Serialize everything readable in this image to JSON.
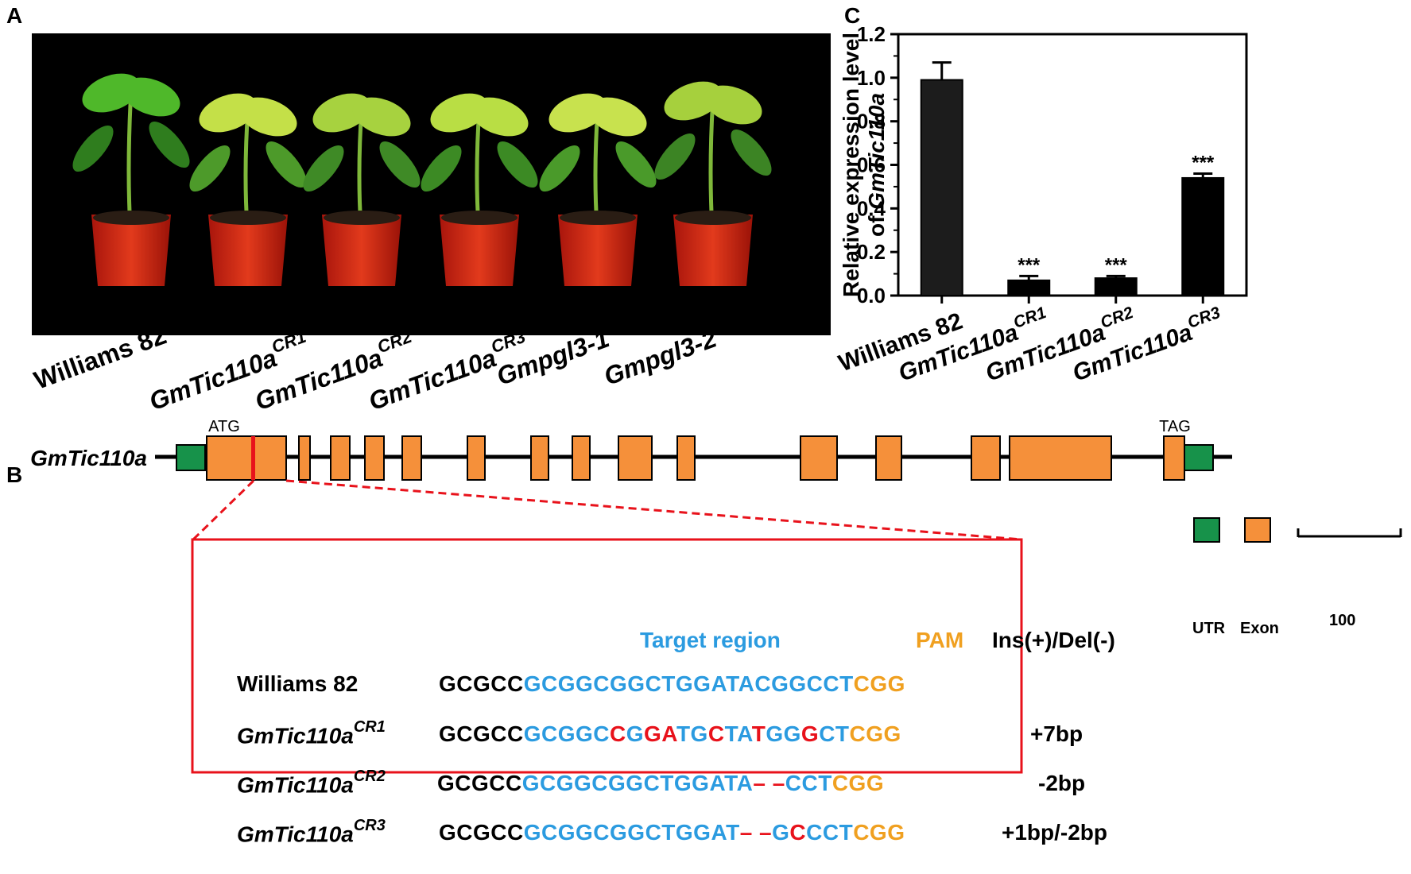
{
  "panels": {
    "a": "A",
    "b": "B",
    "c": "C"
  },
  "photo_labels": [
    {
      "main": "Williams 82",
      "sup": "",
      "italic": false
    },
    {
      "main": "GmTic110a",
      "sup": "CR1",
      "italic": true
    },
    {
      "main": "GmTic110a",
      "sup": "CR2",
      "italic": true
    },
    {
      "main": "GmTic110a",
      "sup": "CR3",
      "italic": true
    },
    {
      "main": "Gmpgl3-1",
      "sup": "",
      "italic": true
    },
    {
      "main": "Gmpgl3-2",
      "sup": "",
      "italic": true
    }
  ],
  "chart_data": {
    "type": "bar",
    "ylabel_line1": "Relative expression level",
    "ylabel_line2_prefix": "of ",
    "ylabel_line2_gene": "GmTic110a",
    "ylim": [
      0,
      1.2
    ],
    "yticks": [
      "0.0",
      "0.2",
      "0.4",
      "0.6",
      "0.8",
      "1.0",
      "1.2"
    ],
    "categories": [
      {
        "main": "Williams 82",
        "sup": "",
        "italic": false
      },
      {
        "main": "GmTic110a",
        "sup": "CR1",
        "italic": true
      },
      {
        "main": "GmTic110a",
        "sup": "CR2",
        "italic": true
      },
      {
        "main": "GmTic110a",
        "sup": "CR3",
        "italic": true
      }
    ],
    "values": [
      0.99,
      0.07,
      0.08,
      0.54
    ],
    "errors": [
      0.08,
      0.02,
      0.01,
      0.02
    ],
    "significance": [
      "",
      "***",
      "***",
      "***"
    ],
    "bar_color": "#000000",
    "first_bar_color": "#1c1c1c"
  },
  "gene": {
    "name": "GmTic110a",
    "start_codon": "ATG",
    "stop_codon": "TAG",
    "exon_color": "#f5903a",
    "utr_color": "#17924a",
    "target_color": "#e8121b",
    "legend": {
      "utr": "UTR",
      "exon": "Exon",
      "scale": "100"
    }
  },
  "alignment": {
    "header_target": "Target region",
    "header_pam": "PAM",
    "header_indel": "Ins(+)/Del(-)",
    "colors": {
      "black": "#000000",
      "blue": "#2b9be0",
      "red": "#e8121b",
      "orange": "#f0a020"
    },
    "rows": [
      {
        "name": "Williams 82",
        "sup": "",
        "italic": false,
        "indel": "",
        "segs": [
          [
            "k",
            "GCGCC"
          ],
          [
            "b",
            "GCGGCGGCTGGATACGGCCT"
          ],
          [
            "o",
            "CGG"
          ]
        ]
      },
      {
        "name": "GmTic110a",
        "sup": "CR1",
        "italic": true,
        "indel": "+7bp",
        "segs": [
          [
            "k",
            "GCGCC"
          ],
          [
            "b",
            "GCGGC"
          ],
          [
            "r",
            "C"
          ],
          [
            "b",
            "G"
          ],
          [
            "r",
            "GA"
          ],
          [
            "b",
            "TG"
          ],
          [
            "r",
            "C"
          ],
          [
            "b",
            "TA"
          ],
          [
            "r",
            "T"
          ],
          [
            "b",
            "GG"
          ],
          [
            "r",
            "G"
          ],
          [
            "b",
            "CT"
          ],
          [
            "o",
            "CGG"
          ]
        ]
      },
      {
        "name": "GmTic110a",
        "sup": "CR2",
        "italic": true,
        "indel": "-2bp",
        "segs": [
          [
            "k",
            "GCGCC"
          ],
          [
            "b",
            "GCGGCGGCTGGATA"
          ],
          [
            "r",
            "– –"
          ],
          [
            "b",
            "CCT"
          ],
          [
            "o",
            "CGG"
          ]
        ]
      },
      {
        "name": "GmTic110a",
        "sup": "CR3",
        "italic": true,
        "indel": "+1bp/-2bp",
        "segs": [
          [
            "k",
            "GCGCC"
          ],
          [
            "b",
            "GCGGCGGCTGGAT"
          ],
          [
            "r",
            "– –"
          ],
          [
            "b",
            "G"
          ],
          [
            "r",
            "C"
          ],
          [
            "b",
            "CCT"
          ],
          [
            "o",
            "CGG"
          ]
        ]
      }
    ]
  }
}
